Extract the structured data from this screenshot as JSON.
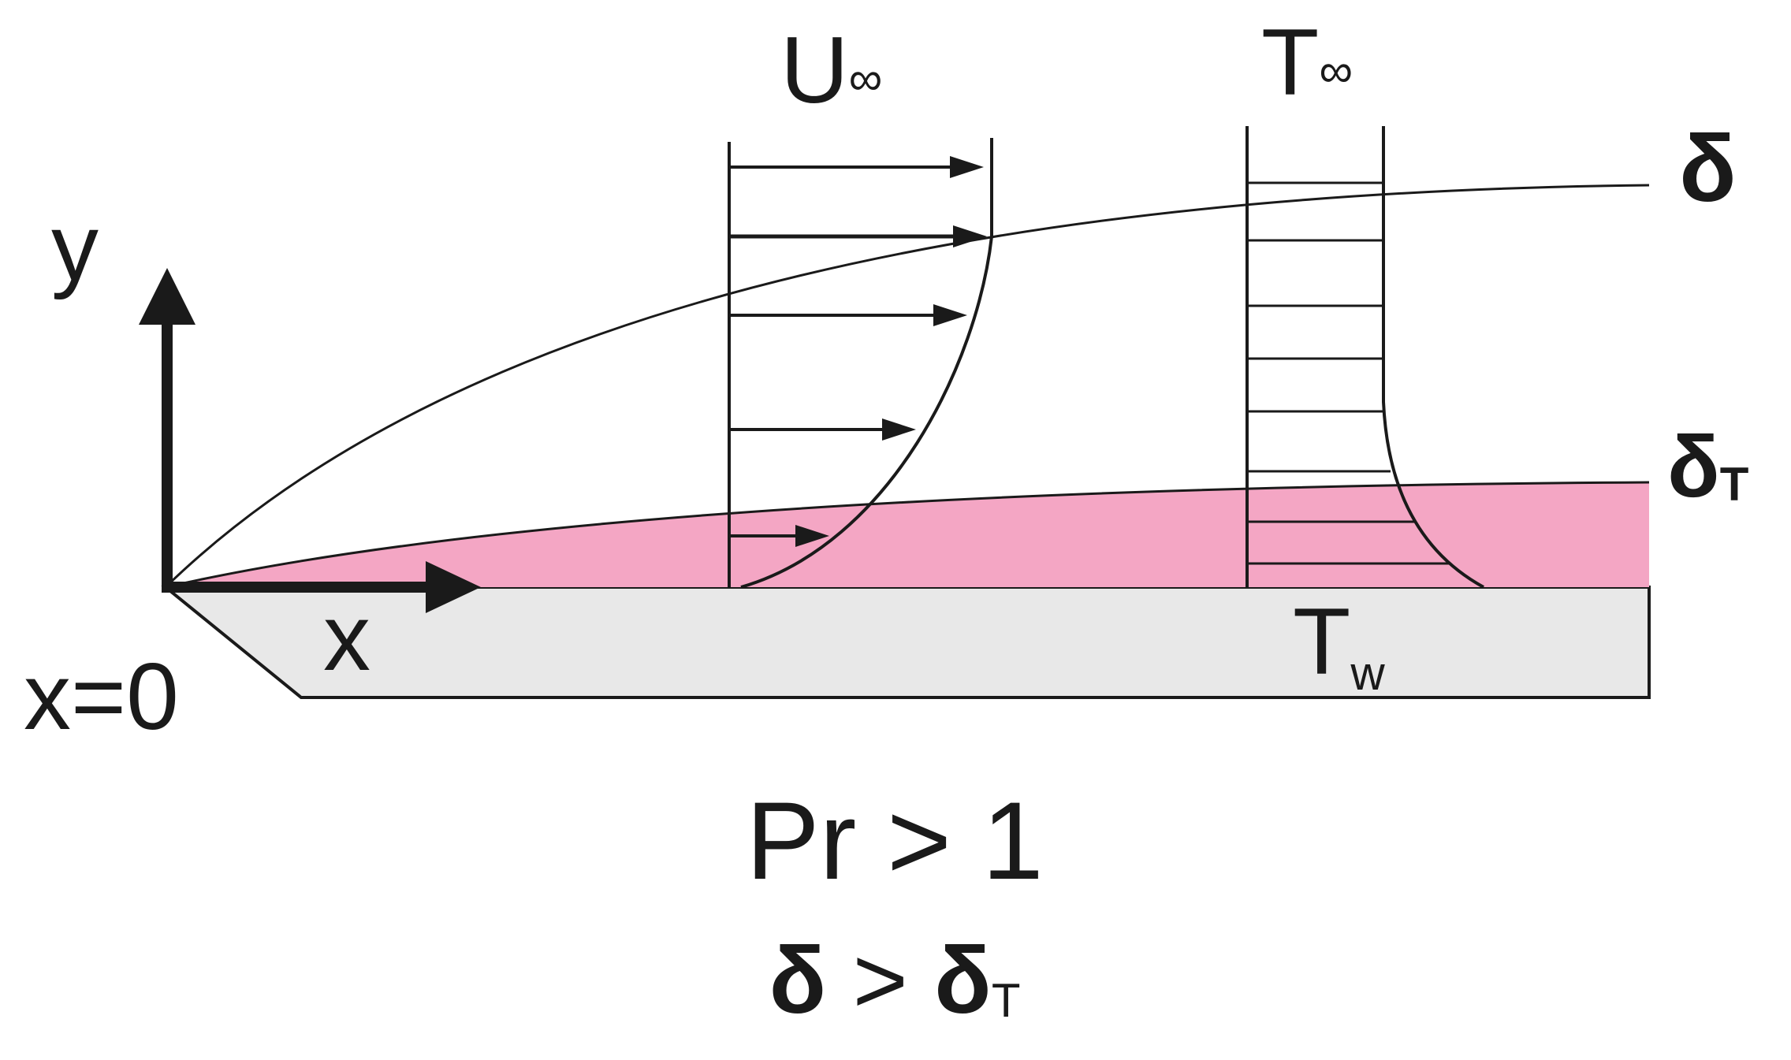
{
  "colors": {
    "thermal_layer": "#f4a6c4",
    "plate": "#e8e8e8",
    "ink": "#1a1a1a"
  },
  "labels": {
    "freestream_velocity": {
      "main": "U",
      "sub": "∞"
    },
    "freestream_temperature": {
      "main": "T",
      "sub": "∞"
    },
    "velocity_boundary_layer": "δ",
    "thermal_boundary_layer": {
      "main": "δ",
      "sub": "T"
    },
    "wall_temperature": {
      "main": "T",
      "sub": "w"
    },
    "y_axis": "y",
    "x_axis": "x",
    "origin": "x=0"
  },
  "caption": {
    "line1": "Pr > 1",
    "line2": {
      "left": "δ",
      "op": ">",
      "right_main": "δ",
      "right_sub": "T"
    }
  }
}
